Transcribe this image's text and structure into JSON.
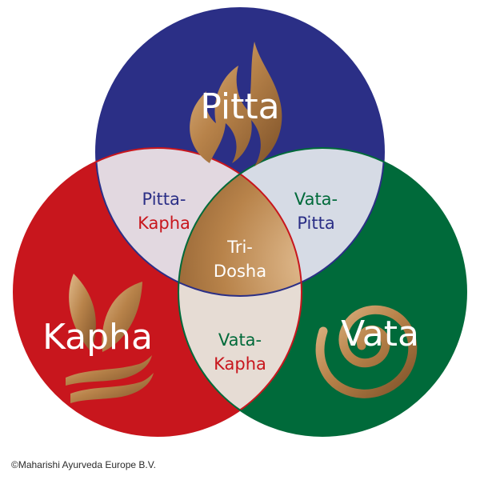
{
  "diagram": {
    "doshas": {
      "pitta": {
        "label": "Pitta",
        "color": "#2b2f86",
        "icon": "flame-icon"
      },
      "kapha": {
        "label": "Kapha",
        "color": "#c8161d",
        "icon": "leaf-water-icon"
      },
      "vata": {
        "label": "Vata",
        "color": "#006a3a",
        "icon": "spiral-icon"
      }
    },
    "overlaps": {
      "pitta_kapha": {
        "line1": "Pitta-",
        "line2": "Kapha"
      },
      "vata_pitta": {
        "line1": "Vata-",
        "line2": "Pitta"
      },
      "vata_kapha": {
        "line1": "Vata-",
        "line2": "Kapha"
      },
      "tri_dosha": {
        "line1": "Tri-",
        "line2": "Dosha"
      }
    },
    "gold_color": "#b8834a",
    "copyright": "©Maharishi Ayurveda Europe B.V."
  }
}
